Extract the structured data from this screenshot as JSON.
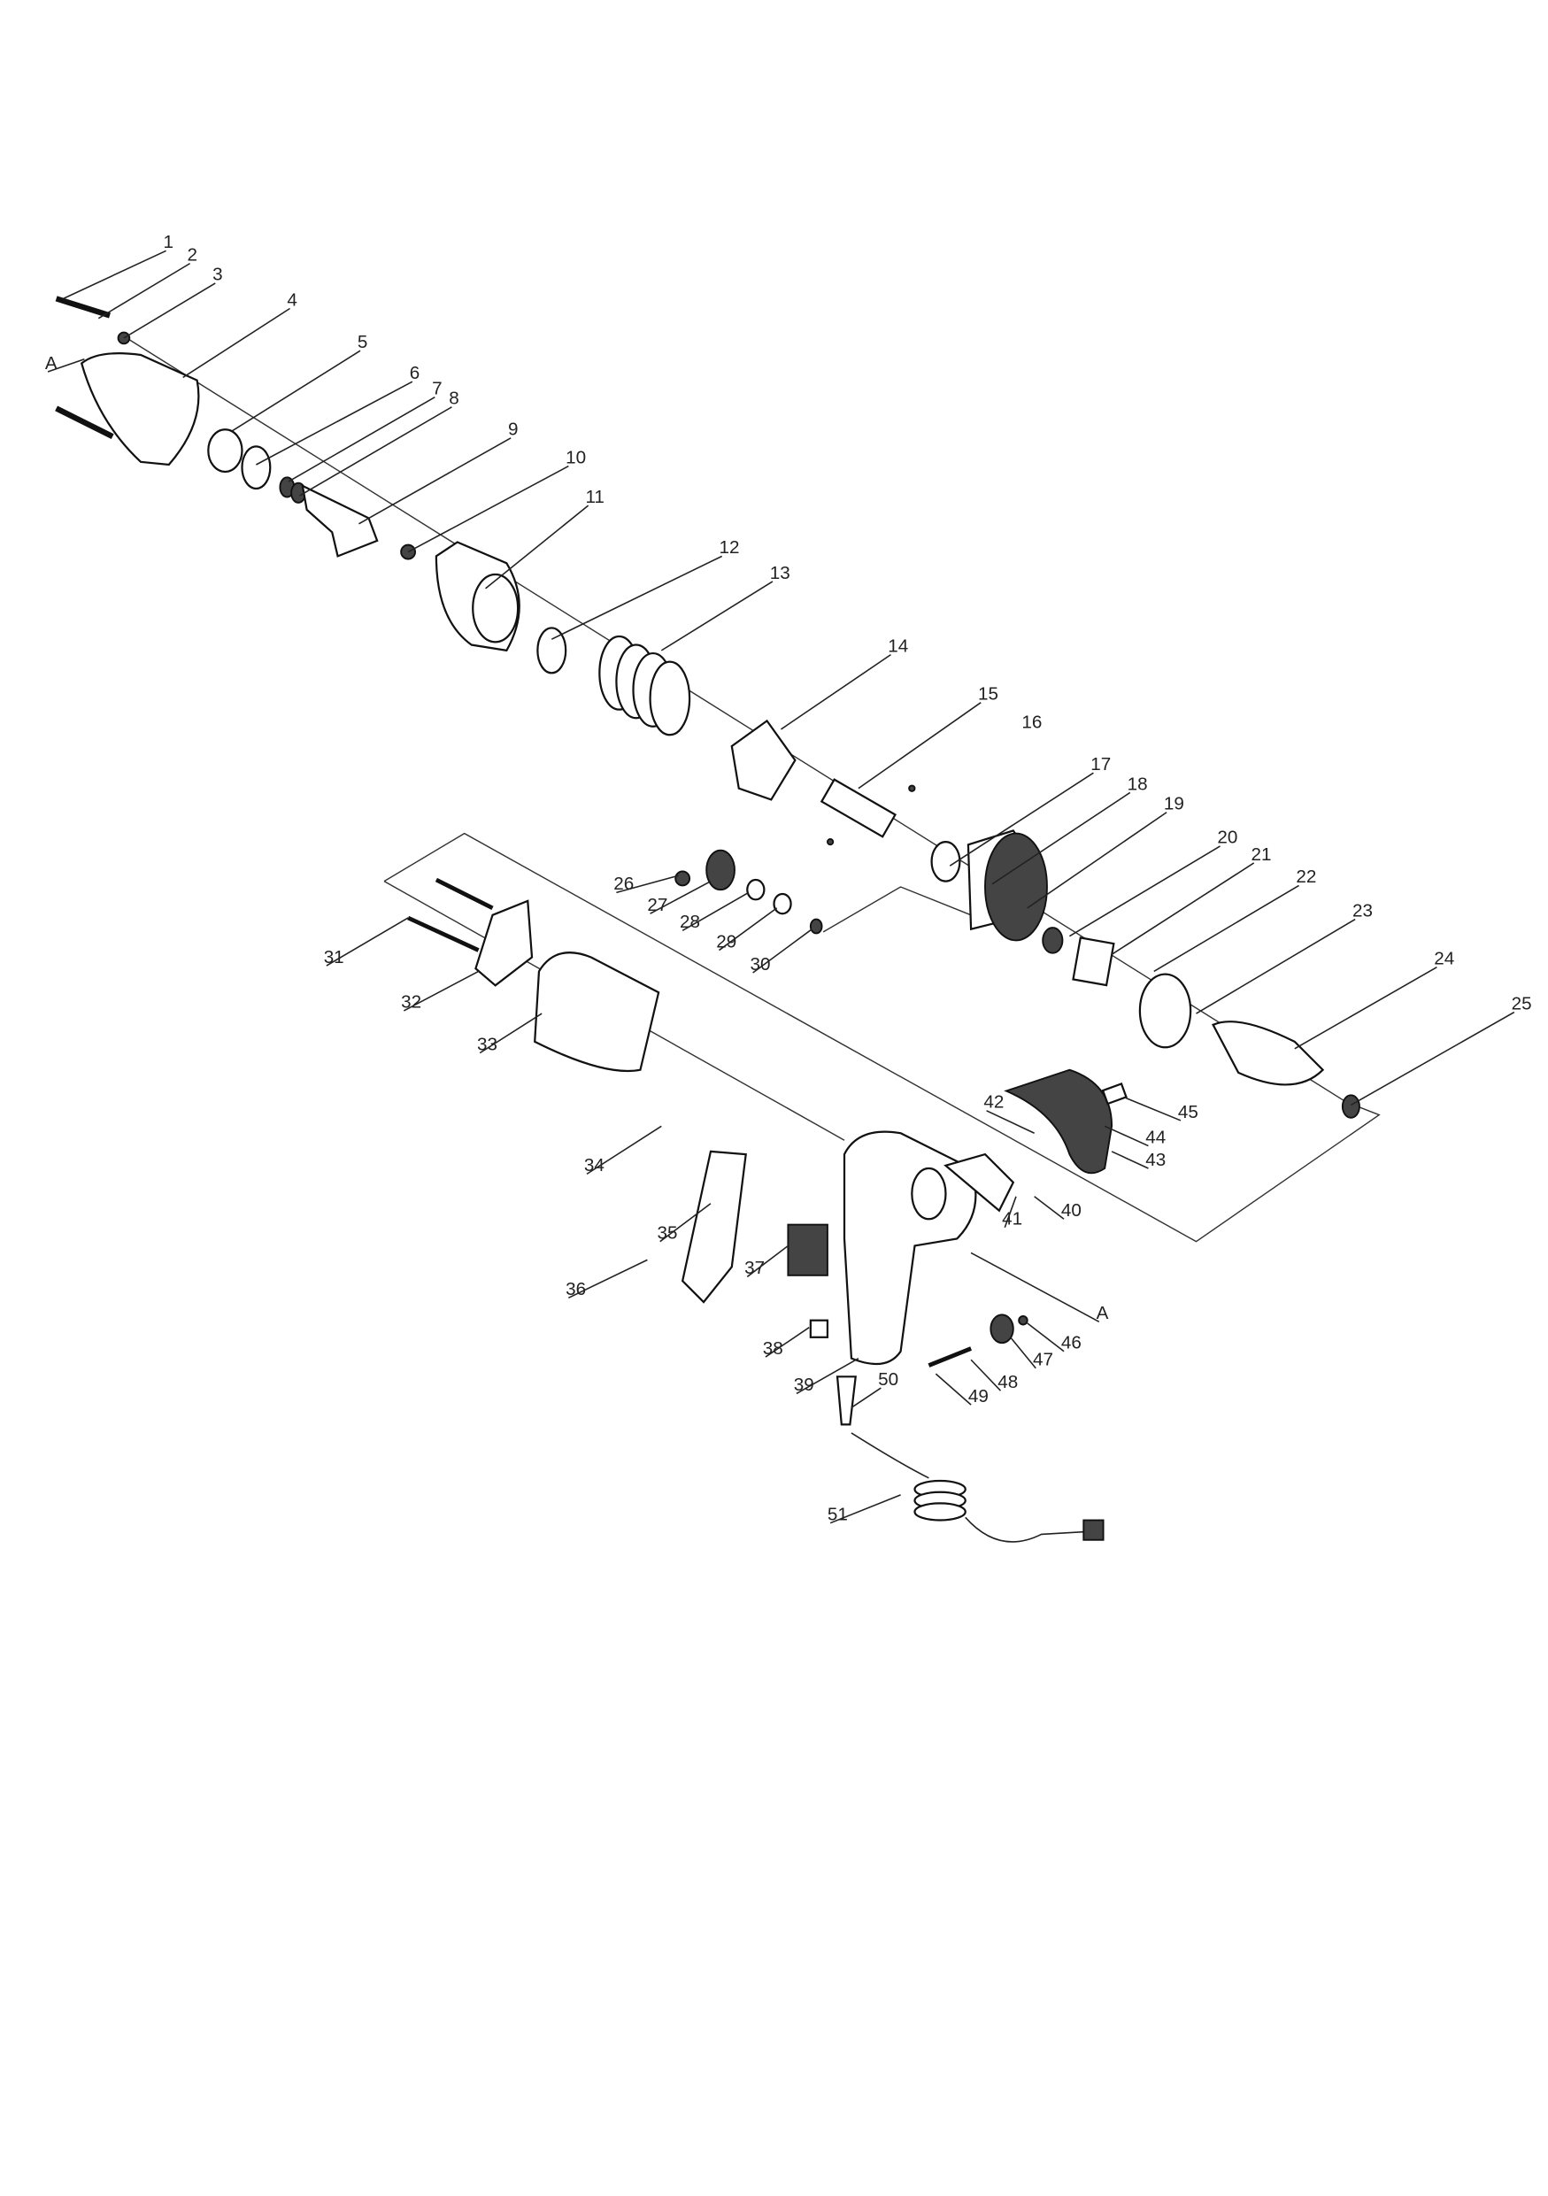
{
  "diagram": {
    "type": "exploded-parts-view",
    "part_numbers": [
      "1",
      "2",
      "3",
      "4",
      "5",
      "6",
      "7",
      "8",
      "9",
      "10",
      "11",
      "12",
      "13",
      "14",
      "15",
      "16",
      "17",
      "18",
      "19",
      "20",
      "21",
      "22",
      "23",
      "24",
      "25",
      "26",
      "27",
      "28",
      "29",
      "30",
      "31",
      "32",
      "33",
      "34",
      "35",
      "36",
      "37",
      "38",
      "39",
      "40",
      "41",
      "42",
      "43",
      "44",
      "45",
      "46",
      "47",
      "48",
      "49",
      "50",
      "51"
    ],
    "reference_marks": [
      "A",
      "A"
    ]
  }
}
